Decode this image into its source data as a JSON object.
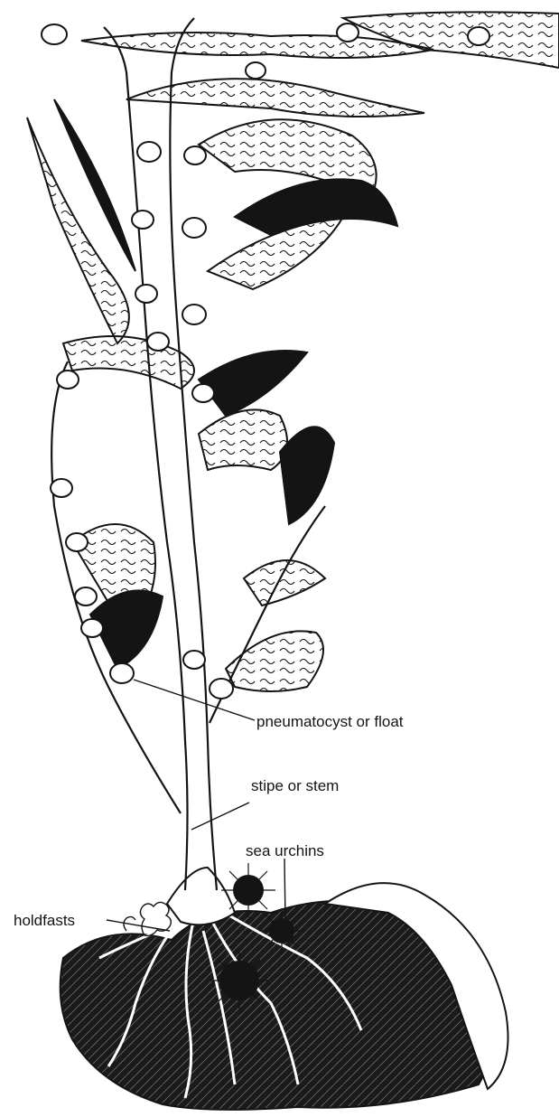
{
  "labels": {
    "pneumatocyst": "pneumatocyst or float",
    "stipe": "stipe or stem",
    "sea_urchins": "sea urchins",
    "holdfasts": "holdfasts"
  },
  "colors": {
    "ink": "#141414",
    "paper": "#ffffff"
  }
}
